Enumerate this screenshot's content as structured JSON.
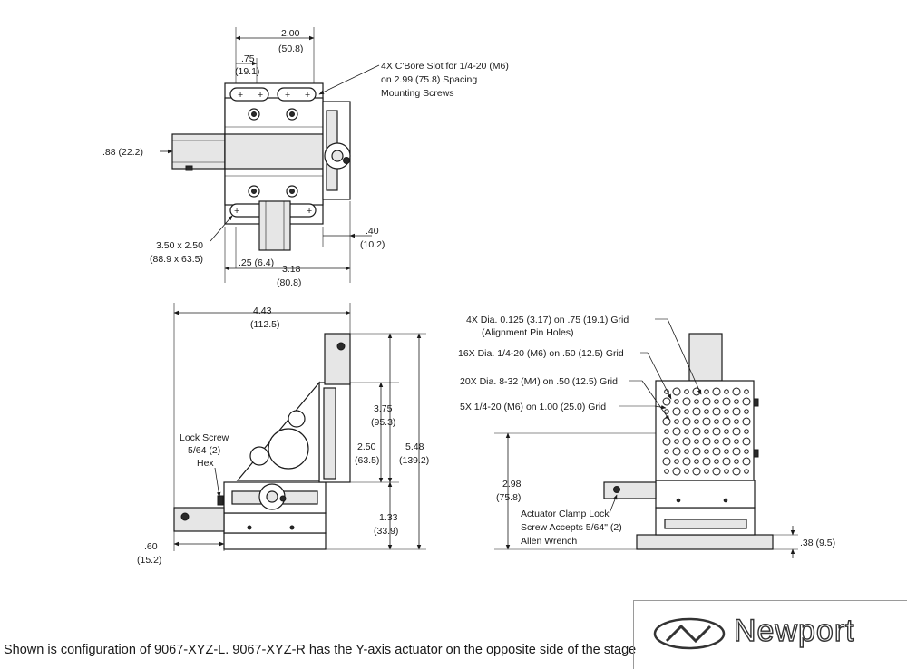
{
  "top_view": {
    "dim_width_in": "2.00",
    "dim_width_mm": "(50.8)",
    "dim_offset_in": ".75",
    "dim_offset_mm": "(19.1)",
    "note_cbore_1": "4X C'Bore Slot for 1/4-20 (M6)",
    "note_cbore_2": "on 2.99 (75.8) Spacing",
    "note_cbore_3": "Mounting Screws",
    "dim_88": ".88 (22.2)",
    "dim_size_in": "3.50 x 2.50",
    "dim_size_mm": "(88.9 x 63.5)",
    "dim_25": ".25 (6.4)",
    "dim_318_in": "3.18",
    "dim_318_mm": "(80.8)",
    "dim_40_in": ".40",
    "dim_40_mm": "(10.2)"
  },
  "front_view": {
    "dim_443_in": "4.43",
    "dim_443_mm": "(112.5)",
    "dim_375_in": "3.75",
    "dim_375_mm": "(95.3)",
    "dim_250_in": "2.50",
    "dim_250_mm": "(63.5)",
    "dim_548_in": "5.48",
    "dim_548_mm": "(139.2)",
    "dim_133_in": "1.33",
    "dim_133_mm": "(33.9)",
    "dim_60_in": ".60",
    "dim_60_mm": "(15.2)",
    "lock_1": "Lock Screw",
    "lock_2": "5/64 (2)",
    "lock_3": "Hex"
  },
  "side_view": {
    "note_pin_1": "4X Dia. 0.125 (3.17) on .75 (19.1) Grid",
    "note_pin_2": "(Alignment Pin Holes)",
    "note_16x": "16X Dia. 1/4-20 (M6) on .50 (12.5) Grid",
    "note_20x": "20X Dia. 8-32 (M4) on .50 (12.5) Grid",
    "note_5x": "5X 1/4-20 (M6) on 1.00 (25.0) Grid",
    "dim_298_in": "2.98",
    "dim_298_mm": "(75.8)",
    "clamp_1": "Actuator Clamp Lock",
    "clamp_2": "Screw Accepts 5/64\" (2)",
    "clamp_3": "Allen Wrench",
    "dim_38": ".38 (9.5)"
  },
  "caption": "Shown is configuration of 9067-XYZ-L. 9067-XYZ-R has the Y-axis actuator on the opposite side of the stage",
  "brand": "Newport"
}
